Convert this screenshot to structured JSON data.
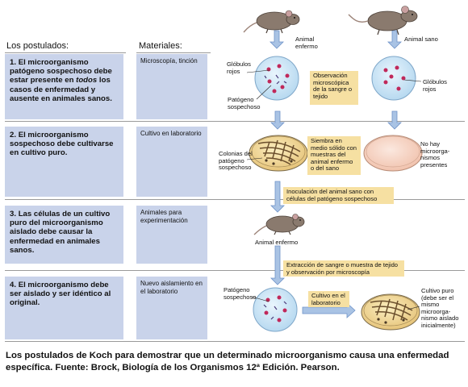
{
  "headers": {
    "postulates": "Los postulados:",
    "materials": "Materiales:"
  },
  "postulates": [
    {
      "num": "1.",
      "pre": "El microorganismo patógeno sospechoso debe estar presente en ",
      "em": "todos",
      "post": " los casos de enfermedad y ausente en animales sanos."
    },
    {
      "num": "2.",
      "text": "El microorganismo sospechoso debe cultivarse en cultivo puro."
    },
    {
      "num": "3.",
      "text": "Las células de un cultivo puro del microorganismo aislado debe causar la enfermedad en animales sanos."
    },
    {
      "num": "4.",
      "text": "El microorganismo debe ser aislado y ser idéntico al original."
    }
  ],
  "materials": [
    "Microscopía, tinción",
    "Cultivo en laboratorio",
    "Animales para experimentación",
    "Nuevo aislamiento en el laboratorio"
  ],
  "labels": {
    "sick_animal": "Animal enfermo",
    "healthy_animal": "Animal sano",
    "red_cells_1": "Glóbulos rojos",
    "suspect_pathogen_1": "Patógeno sospechoso",
    "red_cells_2": "Glóbulos rojos",
    "colonies": "Colonias del patógeno sospechoso",
    "no_microorganisms": "No hay microorga- nismos presentes",
    "sick_animal_3": "Animal enfermo",
    "suspect_pathogen_4": "Patógeno sospechoso",
    "pure_culture": "Cultivo puro (debe ser el mismo microorga- nismo aislado inicialmente)"
  },
  "notes": {
    "observation": "Observación microscópica de la sangre o tejido",
    "seeding": "Siembra en medio sólido con muestras del animal enfermo o del sano",
    "inoculation": "Inoculación del animal sano con células del patógeno sospechoso",
    "extraction": "Extracción de sangre o muestra de tejido y observación por microscopía",
    "lab_culture": "Cultivo en el laboratorio"
  },
  "caption": "Los postulados de Koch para demostrar que un determinado microorganismo causa una enfermedad específica.  Fuente: Brock, Biología de los Organismos 12ª Edición. Pearson.",
  "colors": {
    "panel": "#c9d3ea",
    "note": "#f6e0a2",
    "arrow": "#6f93c8",
    "dish_blue": "#cfe6f5",
    "dish_pink": "#f7d7c9",
    "cell_red": "#c0285a",
    "mouse": "#8a7a6e"
  }
}
